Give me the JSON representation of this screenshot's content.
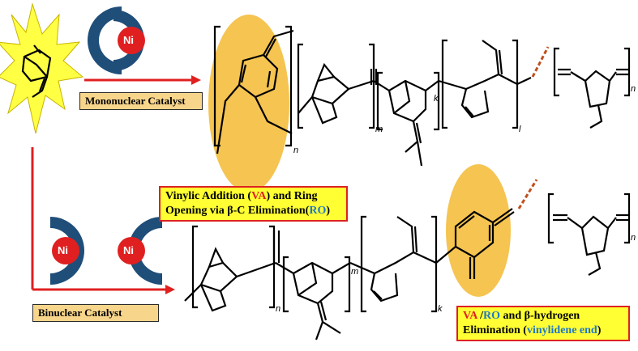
{
  "metal_symbol": "Ni",
  "mono_label": "Mononuclear Catalyst",
  "bi_label": "Binuclear Catalyst",
  "top_note": {
    "p1": "Vinylic Addition (",
    "va": "VA",
    "p2": ") and Ring",
    "p3": "Opening via β-C Elimination(",
    "ro": "RO",
    "p4": ")"
  },
  "bottom_note": {
    "va": "VA",
    "sep": " /",
    "ro": "RO",
    "p1": " and  β-hydrogen",
    "p2": "Elimination (",
    "vinylidene": "vinylidene end",
    "p3": ")"
  },
  "top_subscripts": {
    "n": "n",
    "m": "m",
    "k": "k",
    "l": "l",
    "n2": "n"
  },
  "bottom_subscripts": {
    "n": "n",
    "m": "m",
    "k": "k",
    "n2": "n"
  },
  "colors": {
    "highlight": "#f5c451",
    "catalyst_cup": "#1f4e79",
    "metal": "#e02020",
    "arrow": "#e02020",
    "starburst": "#ffff44",
    "dashed_end": "#c0501e"
  }
}
